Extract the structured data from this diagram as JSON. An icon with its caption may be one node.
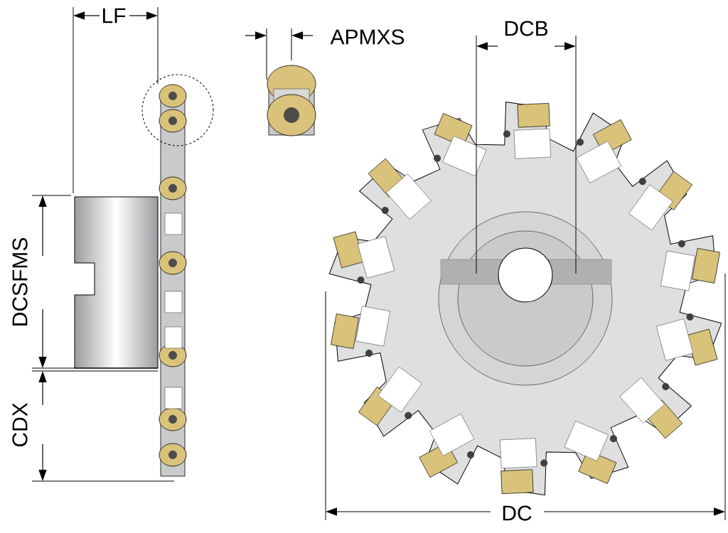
{
  "diagram": {
    "labels": [
      "LF",
      "APMXS",
      "DCB",
      "DCSFMS",
      "CDX",
      "DC"
    ]
  }
}
